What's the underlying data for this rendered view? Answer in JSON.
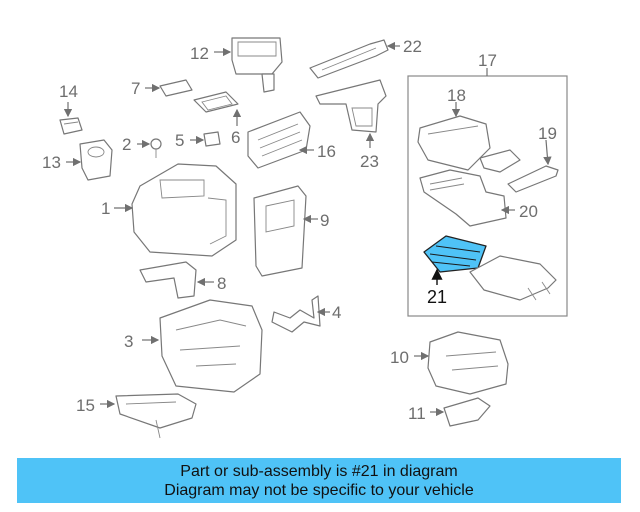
{
  "labels": {
    "p1": "1",
    "p2": "2",
    "p3": "3",
    "p4": "4",
    "p5": "5",
    "p6": "6",
    "p7": "7",
    "p8": "8",
    "p9": "9",
    "p10": "10",
    "p11": "11",
    "p12": "12",
    "p13": "13",
    "p14": "14",
    "p15": "15",
    "p16": "16",
    "p17": "17",
    "p18": "18",
    "p19": "19",
    "p20": "20",
    "p21": "21",
    "p22": "22",
    "p23": "23"
  },
  "highlight_color": "#4fc3f7",
  "banner": {
    "line1": "Part or sub-assembly is #21 in diagram",
    "line2": "Diagram may not be specific to your vehicle"
  }
}
